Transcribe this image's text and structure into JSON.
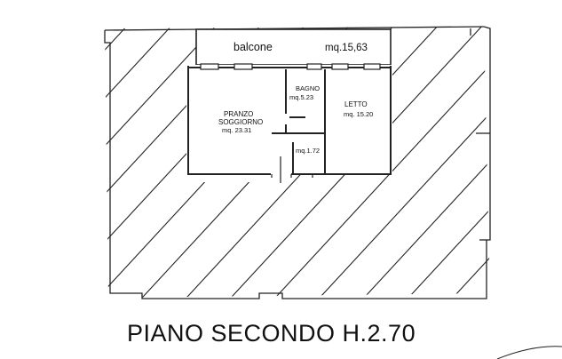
{
  "rooms": {
    "balcone": {
      "name": "balcone",
      "area": "mq.15,63"
    },
    "pranzo": {
      "name_line1": "PRANZO",
      "name_line2": "SOGGIORNO",
      "area": "mq. 23.31"
    },
    "bagno": {
      "name": "BAGNO",
      "area": "mq.5.23"
    },
    "letto": {
      "name": "LETTO",
      "area": "mq. 15.20"
    },
    "disimpegno": {
      "area": "mq.1.72"
    }
  },
  "title": "PIANO SECONDO H.2.70"
}
